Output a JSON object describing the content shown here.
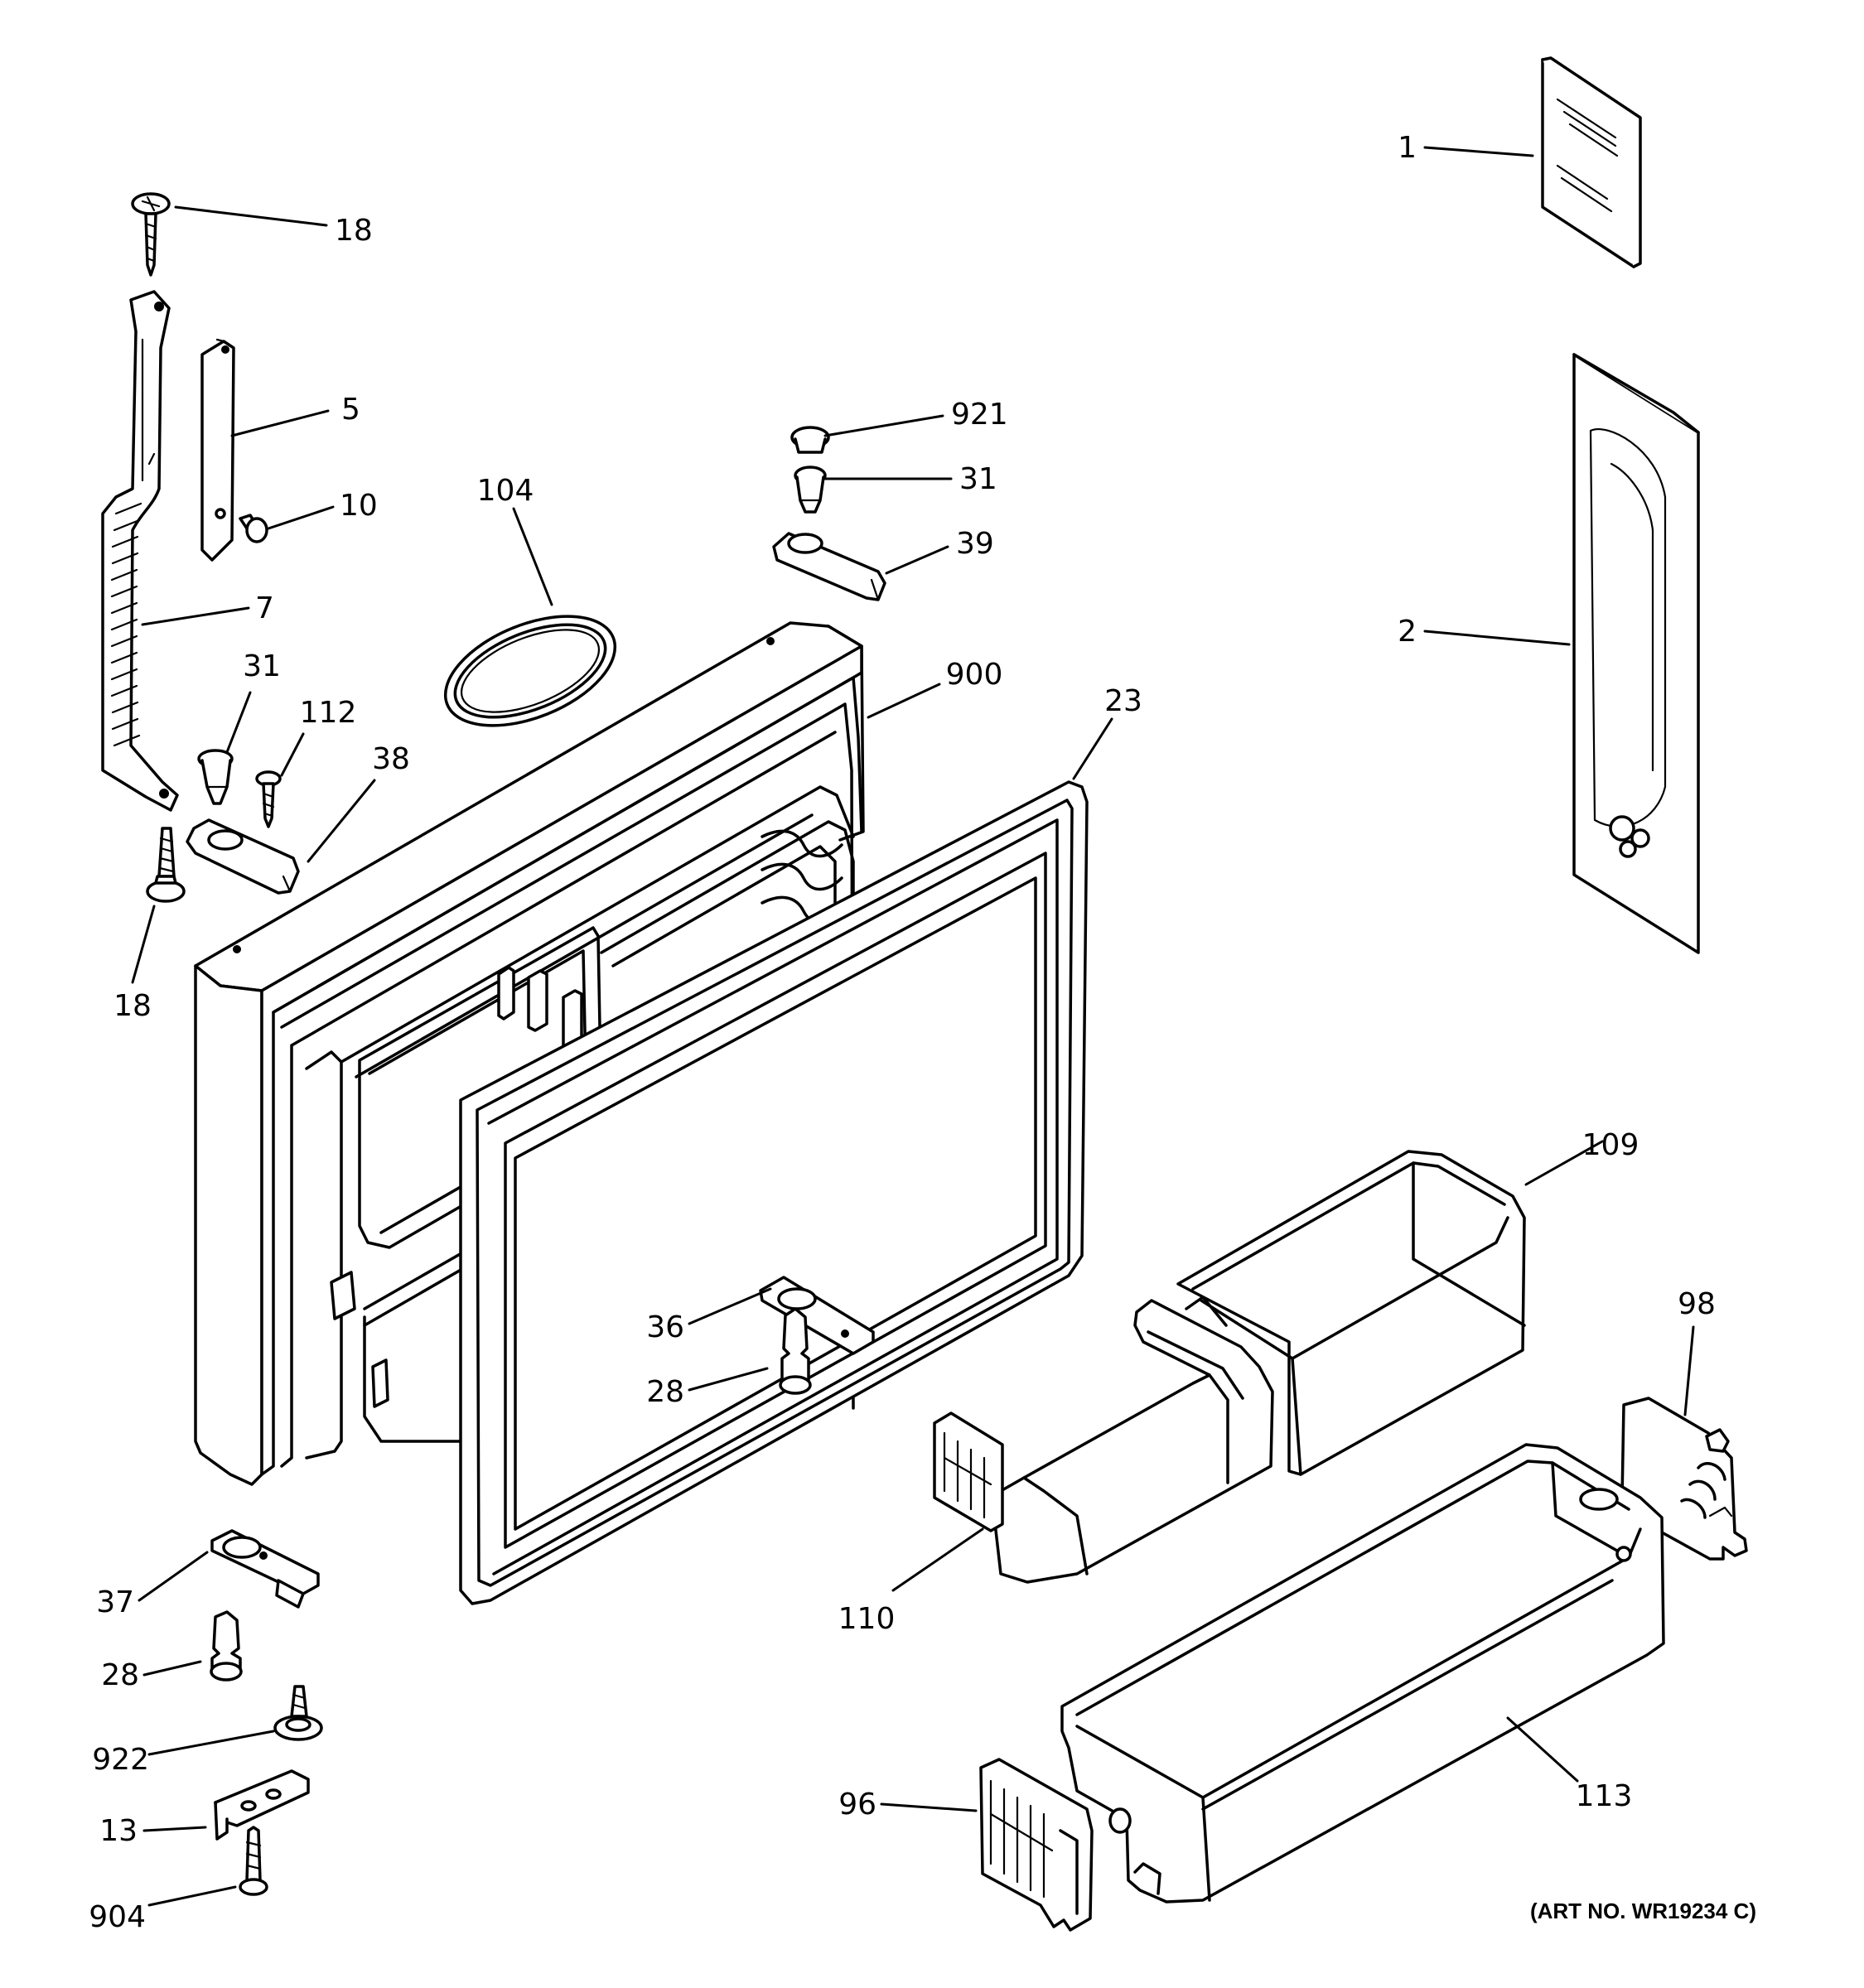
{
  "callouts": [
    {
      "id": "c1",
      "text": "1"
    },
    {
      "id": "c2",
      "text": "2"
    },
    {
      "id": "c5",
      "text": "5"
    },
    {
      "id": "c7",
      "text": "7"
    },
    {
      "id": "c10",
      "text": "10"
    },
    {
      "id": "c13",
      "text": "13"
    },
    {
      "id": "c18a",
      "text": "18"
    },
    {
      "id": "c18b",
      "text": "18"
    },
    {
      "id": "c23",
      "text": "23"
    },
    {
      "id": "c28a",
      "text": "28"
    },
    {
      "id": "c28b",
      "text": "28"
    },
    {
      "id": "c31a",
      "text": "31"
    },
    {
      "id": "c31b",
      "text": "31"
    },
    {
      "id": "c36",
      "text": "36"
    },
    {
      "id": "c37",
      "text": "37"
    },
    {
      "id": "c38",
      "text": "38"
    },
    {
      "id": "c39",
      "text": "39"
    },
    {
      "id": "c96",
      "text": "96"
    },
    {
      "id": "c98",
      "text": "98"
    },
    {
      "id": "c104",
      "text": "104"
    },
    {
      "id": "c109",
      "text": "109"
    },
    {
      "id": "c110",
      "text": "110"
    },
    {
      "id": "c112",
      "text": "112"
    },
    {
      "id": "c113",
      "text": "113"
    },
    {
      "id": "c900",
      "text": "900"
    },
    {
      "id": "c904",
      "text": "904"
    },
    {
      "id": "c921",
      "text": "921"
    },
    {
      "id": "c922",
      "text": "922"
    }
  ],
  "art_number": "(ART NO. WR19234 C)"
}
